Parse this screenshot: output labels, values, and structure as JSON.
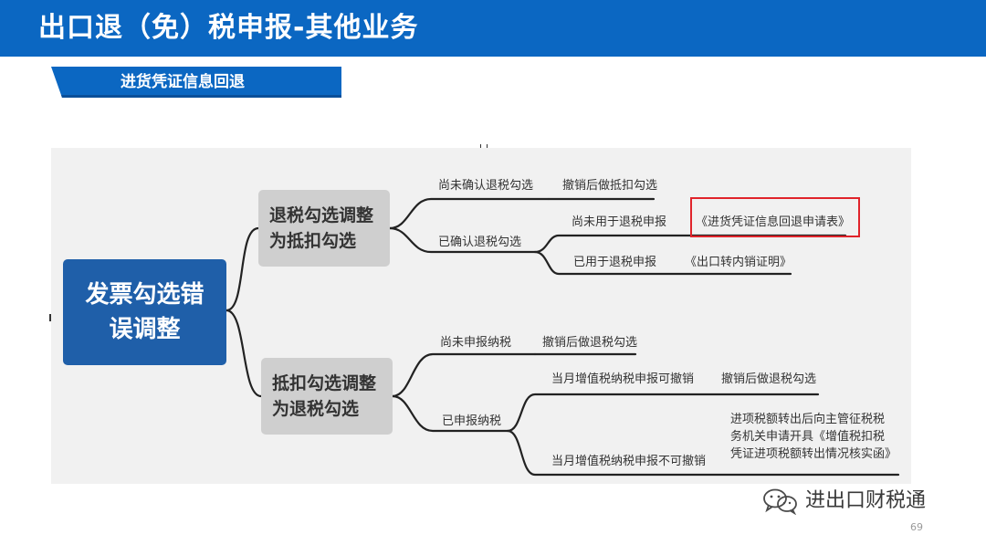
{
  "header": {
    "title": "出口退（免）税申报-其他业务"
  },
  "section": {
    "label": "进货凭证信息回退"
  },
  "diagram": {
    "root": "发票勾选错误调整",
    "branch1": {
      "title": "退税勾选调整为抵扣勾选",
      "sub1": {
        "label": "尚未确认退税勾选",
        "result": "撤销后做抵扣勾选"
      },
      "sub2": {
        "label": "已确认退税勾选",
        "leaf1": {
          "label": "尚未用于退税申报",
          "result": "《进货凭证信息回退申请表》"
        },
        "leaf2": {
          "label": "已用于退税申报",
          "result": "《出口转内销证明》"
        }
      }
    },
    "branch2": {
      "title": "抵扣勾选调整为退税勾选",
      "sub1": {
        "label": "尚未申报纳税",
        "result": "撤销后做退税勾选"
      },
      "sub2": {
        "label": "已申报纳税",
        "leaf1": {
          "label": "当月增值税纳税申报可撤销",
          "result": "撤销后做退税勾选"
        },
        "leaf2": {
          "label": "当月增值税纳税申报不可撤销",
          "result": "进项税额转出后向主管征税税务机关申请开具《增值税扣税凭证进项税额转出情况核实函》"
        }
      }
    }
  },
  "watermark": {
    "text": "进出口财税通",
    "icon": "wechat-icon"
  },
  "page": {
    "number": "69"
  },
  "colors": {
    "header": "#0b67c2",
    "root_node": "#1f5fa9",
    "branch_node": "#cfcfcf",
    "highlight": "#e0242b"
  }
}
